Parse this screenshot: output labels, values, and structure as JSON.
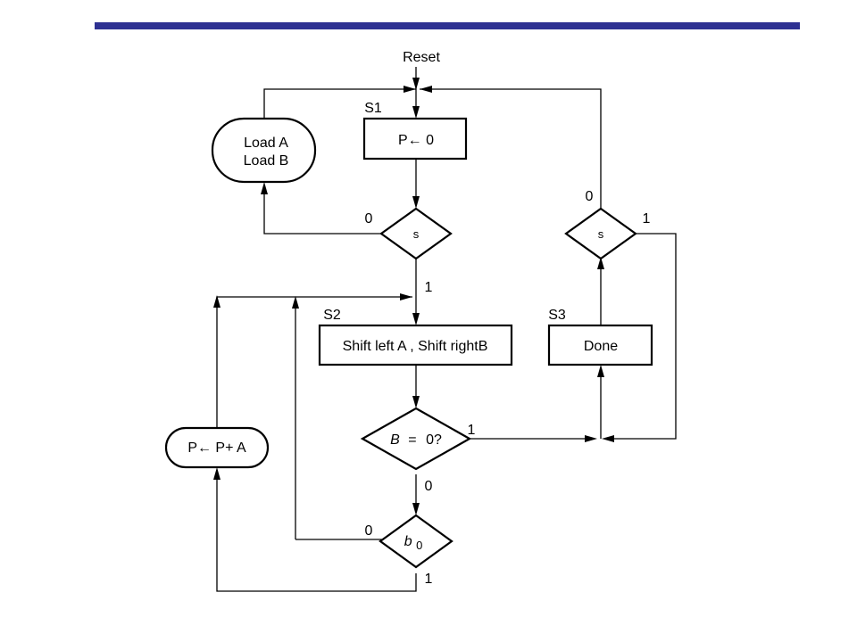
{
  "accent_color": "#2e3192",
  "reset_label": "Reset",
  "states": {
    "s1": {
      "label": "S1",
      "action": "P← 0"
    },
    "s2": {
      "label": "S2",
      "action": "Shift left A , Shift rightB"
    },
    "s3": {
      "label": "S3",
      "action": "Done"
    }
  },
  "load_box": {
    "line1": "Load A",
    "line2": "Load B"
  },
  "add_box": {
    "action": "P← P+ A"
  },
  "decisions": {
    "s_left": {
      "var": "s",
      "edge_zero": "0",
      "edge_one": "1"
    },
    "s_right": {
      "var": "s",
      "edge_zero": "0",
      "edge_one": "1"
    },
    "b_zero": {
      "var": "B",
      "op": "=",
      "rhs": "0?",
      "edge_zero": "0",
      "edge_one": "1"
    },
    "b0": {
      "var": "b",
      "sub": "0",
      "edge_zero": "0",
      "edge_one": "1"
    }
  }
}
